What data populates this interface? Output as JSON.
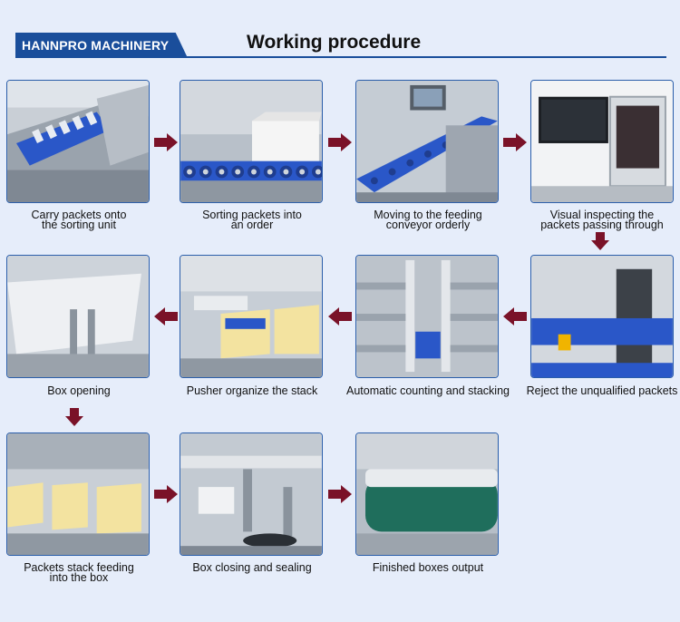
{
  "header": {
    "brand": "HANNPRO MACHINERY",
    "title": "Working procedure"
  },
  "colors": {
    "brand_blue": "#1a4e9b",
    "arrow": "#7a1228",
    "background": "#e6edfa"
  },
  "steps": [
    {
      "caption_l1": "Carry packets onto",
      "caption_l2": "the sorting unit"
    },
    {
      "caption_l1": "Sorting packets into",
      "caption_l2": "an order"
    },
    {
      "caption_l1": "Moving to the feeding",
      "caption_l2": "conveyor orderly"
    },
    {
      "caption_l1": "Visual inspecting the",
      "caption_l2": "packets passing through"
    },
    {
      "caption_l1": "Reject the unqualified packets",
      "caption_l2": ""
    },
    {
      "caption_l1": "Automatic counting and stacking",
      "caption_l2": ""
    },
    {
      "caption_l1": "Pusher organize the stack",
      "caption_l2": ""
    },
    {
      "caption_l1": "Box opening",
      "caption_l2": ""
    },
    {
      "caption_l1": "Packets stack feeding",
      "caption_l2": "into the box"
    },
    {
      "caption_l1": "Box closing and sealing",
      "caption_l2": ""
    },
    {
      "caption_l1": "Finished boxes output",
      "caption_l2": ""
    }
  ]
}
